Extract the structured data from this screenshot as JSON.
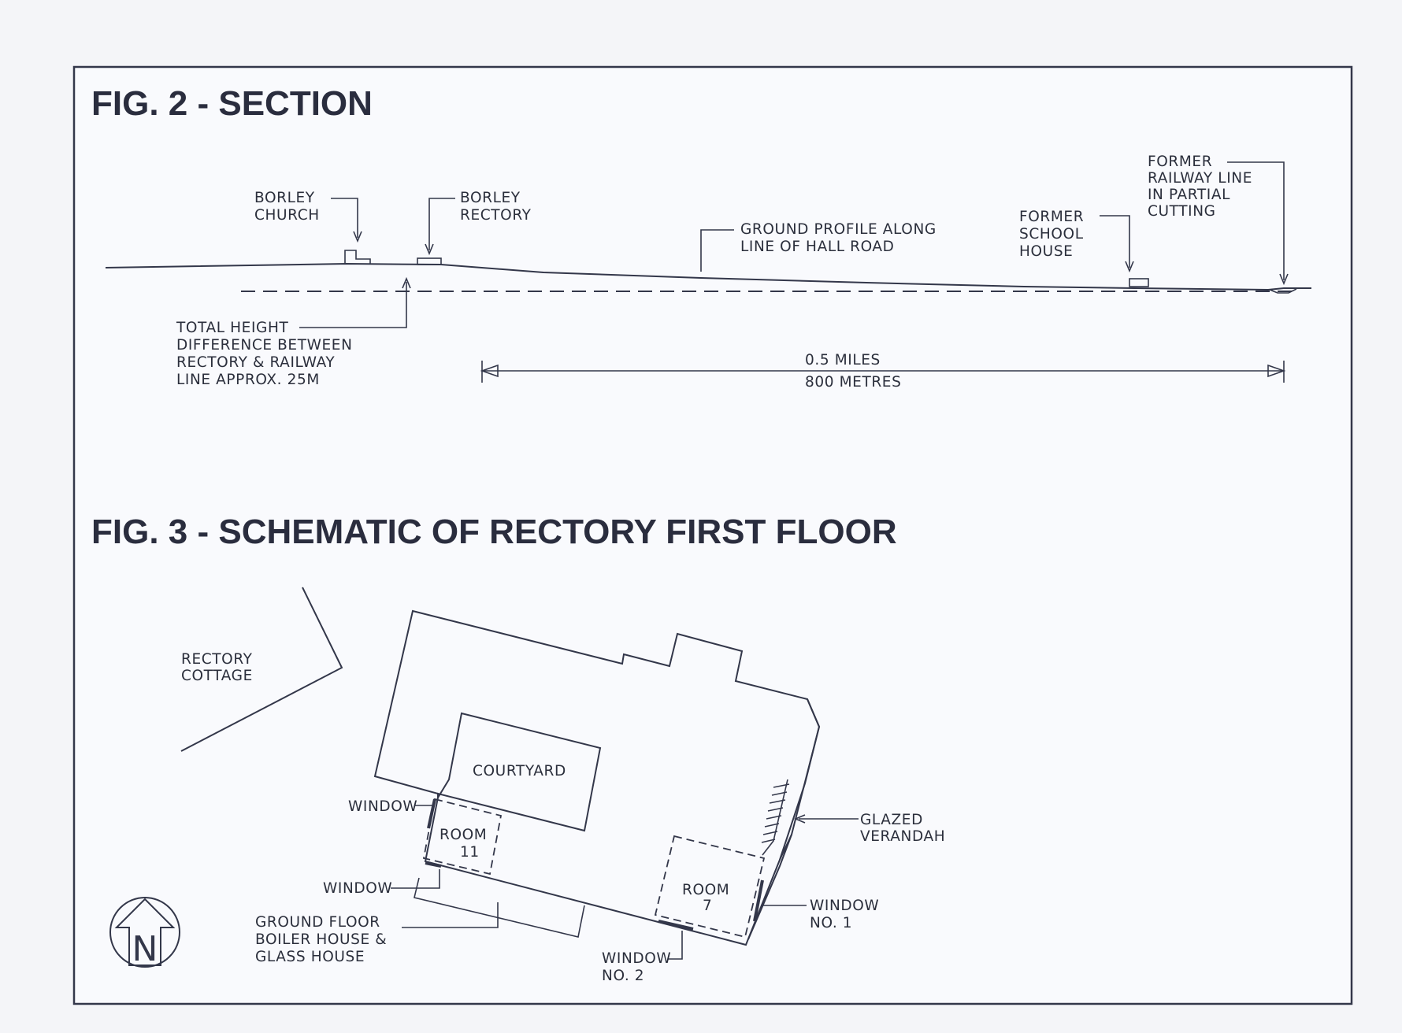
{
  "figures": {
    "section_title": "FIG. 2 - SECTION",
    "schematic_title": "FIG. 3 - SCHEMATIC OF RECTORY FIRST FLOOR"
  },
  "section": {
    "church_label": [
      "BORLEY",
      "CHURCH"
    ],
    "rectory_label": [
      "BORLEY",
      "RECTORY"
    ],
    "ground_profile_label": [
      "GROUND PROFILE ALONG",
      "LINE OF HALL ROAD"
    ],
    "school_label": [
      "FORMER",
      "SCHOOL",
      "HOUSE"
    ],
    "railway_label": [
      "FORMER",
      "RAILWAY LINE",
      "IN PARTIAL",
      "CUTTING"
    ],
    "height_label": [
      "TOTAL HEIGHT",
      "DIFFERENCE BETWEEN",
      "RECTORY & RAILWAY",
      "LINE APPROX. 25M"
    ],
    "distance_miles": "0.5 MILES",
    "distance_metres": "800 METRES"
  },
  "schematic": {
    "cottage_label": [
      "RECTORY",
      "COTTAGE"
    ],
    "courtyard_label": "COURTYARD",
    "room11_label": [
      "ROOM",
      "11"
    ],
    "room7_label": [
      "ROOM",
      "7"
    ],
    "window_upper_label": "WINDOW",
    "window_lower_label": "WINDOW",
    "verandah_label": [
      "GLAZED",
      "VERANDAH"
    ],
    "window1_label": [
      "WINDOW",
      "NO. 1"
    ],
    "window2_label": [
      "WINDOW",
      "NO. 2"
    ],
    "boiler_label": [
      "GROUND FLOOR",
      "BOILER HOUSE &",
      "GLASS HOUSE"
    ],
    "north_letter": "N"
  },
  "colors": {
    "ink": "#33374a",
    "paper": "#f9fafd",
    "background": "#f4f5f8"
  }
}
